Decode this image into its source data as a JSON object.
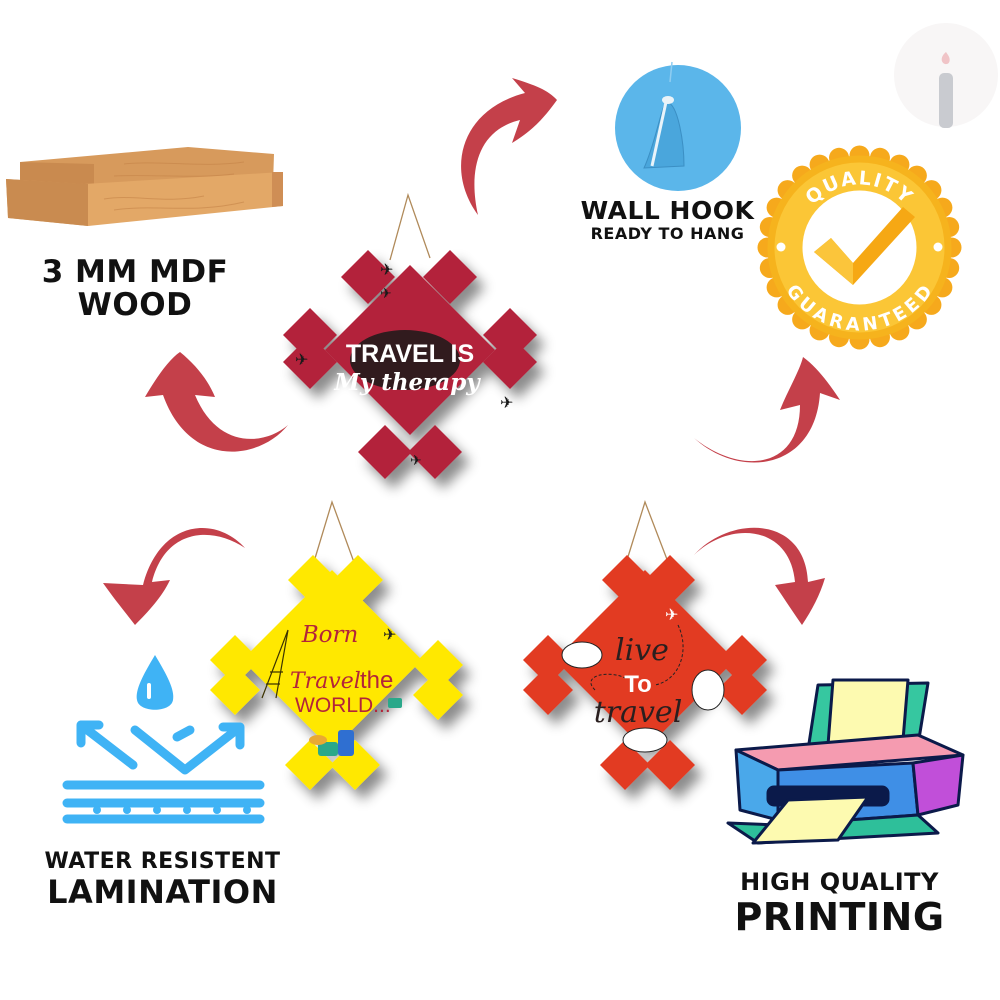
{
  "features": {
    "mdf": {
      "line1": "3 MM MDF",
      "line2": "WOOD",
      "icon": "wood-planks-icon"
    },
    "wall_hook": {
      "title": "WALL HOOK",
      "subtitle": "READY TO HANG",
      "icon": "wall-hook-icon"
    },
    "quality_badge": {
      "top_text": "QUALITY",
      "bottom_text": "GUARANTEED",
      "icon": "checkmark-badge-icon"
    },
    "lamination": {
      "line1": "WATER RESISTENT",
      "line2": "LAMINATION",
      "icon": "water-drop-layers-icon"
    },
    "printing": {
      "line1": "HIGH QUALITY",
      "line2": "PRINTING",
      "icon": "printer-icon"
    }
  },
  "products": [
    {
      "name": "travel-is-my-therapy",
      "line1": "TRAVEL IS",
      "line2": "My therapy",
      "color": "#b3243a"
    },
    {
      "name": "born-to-travel",
      "line1": "Born",
      "line2": "Travel",
      "line2b": "the",
      "line3": "WORLD...",
      "color": "#ffe500"
    },
    {
      "name": "live-to-travel",
      "line1": "live",
      "line2": "To",
      "line3": "travel",
      "color": "#e23a22"
    }
  ],
  "colors": {
    "arrow": "#c4404a",
    "text": "#111111",
    "water_blue": "#3fb3f5",
    "hook_blue": "#5bb6ea",
    "gold": "#f7b21a",
    "brand_logo": "#c9cbd0"
  },
  "brand": {
    "icon": "brand-i-logo-icon"
  }
}
